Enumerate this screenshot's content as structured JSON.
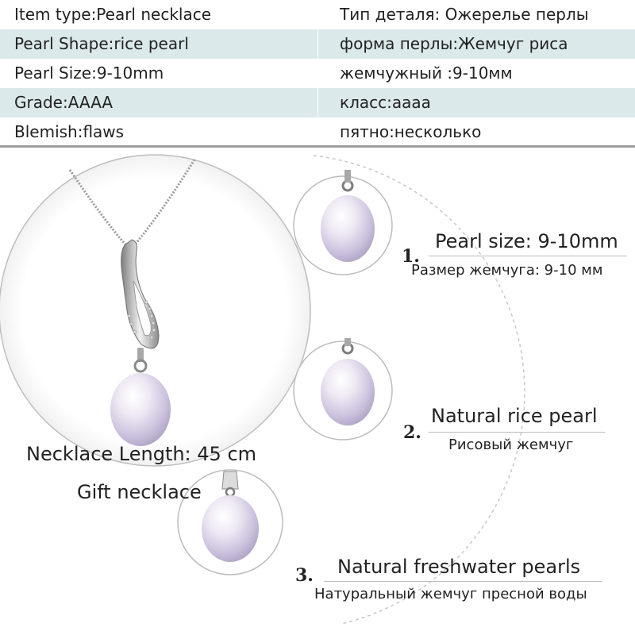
{
  "specs": [
    {
      "en": "Item type:Pearl necklace",
      "ru": "Тип деталя: Ожерелье перлы"
    },
    {
      "en": "Pearl Shape:rice pearl",
      "ru": "форма перлы:Жемчуг риса"
    },
    {
      "en": "Pearl Size:9-10mm",
      "ru": "жемчужный :9-10мм"
    },
    {
      "en": "Grade:AAAA",
      "ru": "класс:aaaa"
    },
    {
      "en": "Blemish:flaws",
      "ru": "пятно:несколько"
    }
  ],
  "necklace": {
    "length_label": "Necklace Length: 45 cm",
    "gift_label": "Gift necklace"
  },
  "features": [
    {
      "number": "1.",
      "title": "Pearl size: 9-10mm",
      "subtitle": "Размер жемчуга: 9-10 мм"
    },
    {
      "number": "2.",
      "title": "Natural rice pearl",
      "subtitle": "Рисовый жемчуг"
    },
    {
      "number": "3.",
      "title": "Natural freshwater pearls",
      "subtitle": "Натуральный жемчуг пресной воды"
    }
  ],
  "colors": {
    "row_shade": "#dbe9eb",
    "rule": "#9e9e9e",
    "pearl_tint": "#c9bfdc"
  }
}
